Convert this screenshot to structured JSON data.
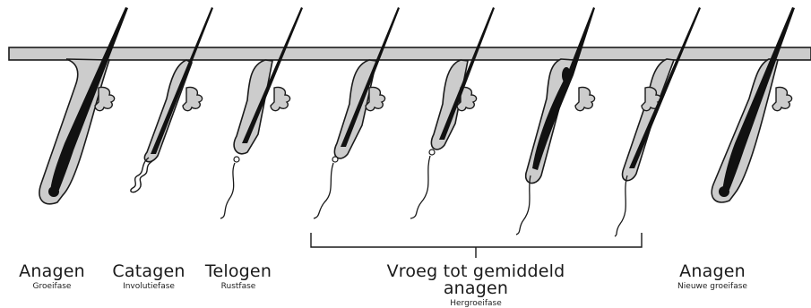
{
  "phases": [
    {
      "title": "Anagen",
      "subtitle": "Groeifase"
    },
    {
      "title": "Catagen",
      "subtitle": "Involutiefase"
    },
    {
      "title": "Telogen",
      "subtitle": "Rustfase"
    },
    {
      "title": "Vroeg tot gemiddeld anagen",
      "subtitle": "Hergroeifase"
    },
    {
      "title": "Anagen",
      "subtitle": "Nieuwe groeifase"
    }
  ],
  "colors": {
    "outline": "#1a1a1a",
    "skin_fill": "#cccccc",
    "hair": "#111111",
    "background": "#ffffff"
  }
}
